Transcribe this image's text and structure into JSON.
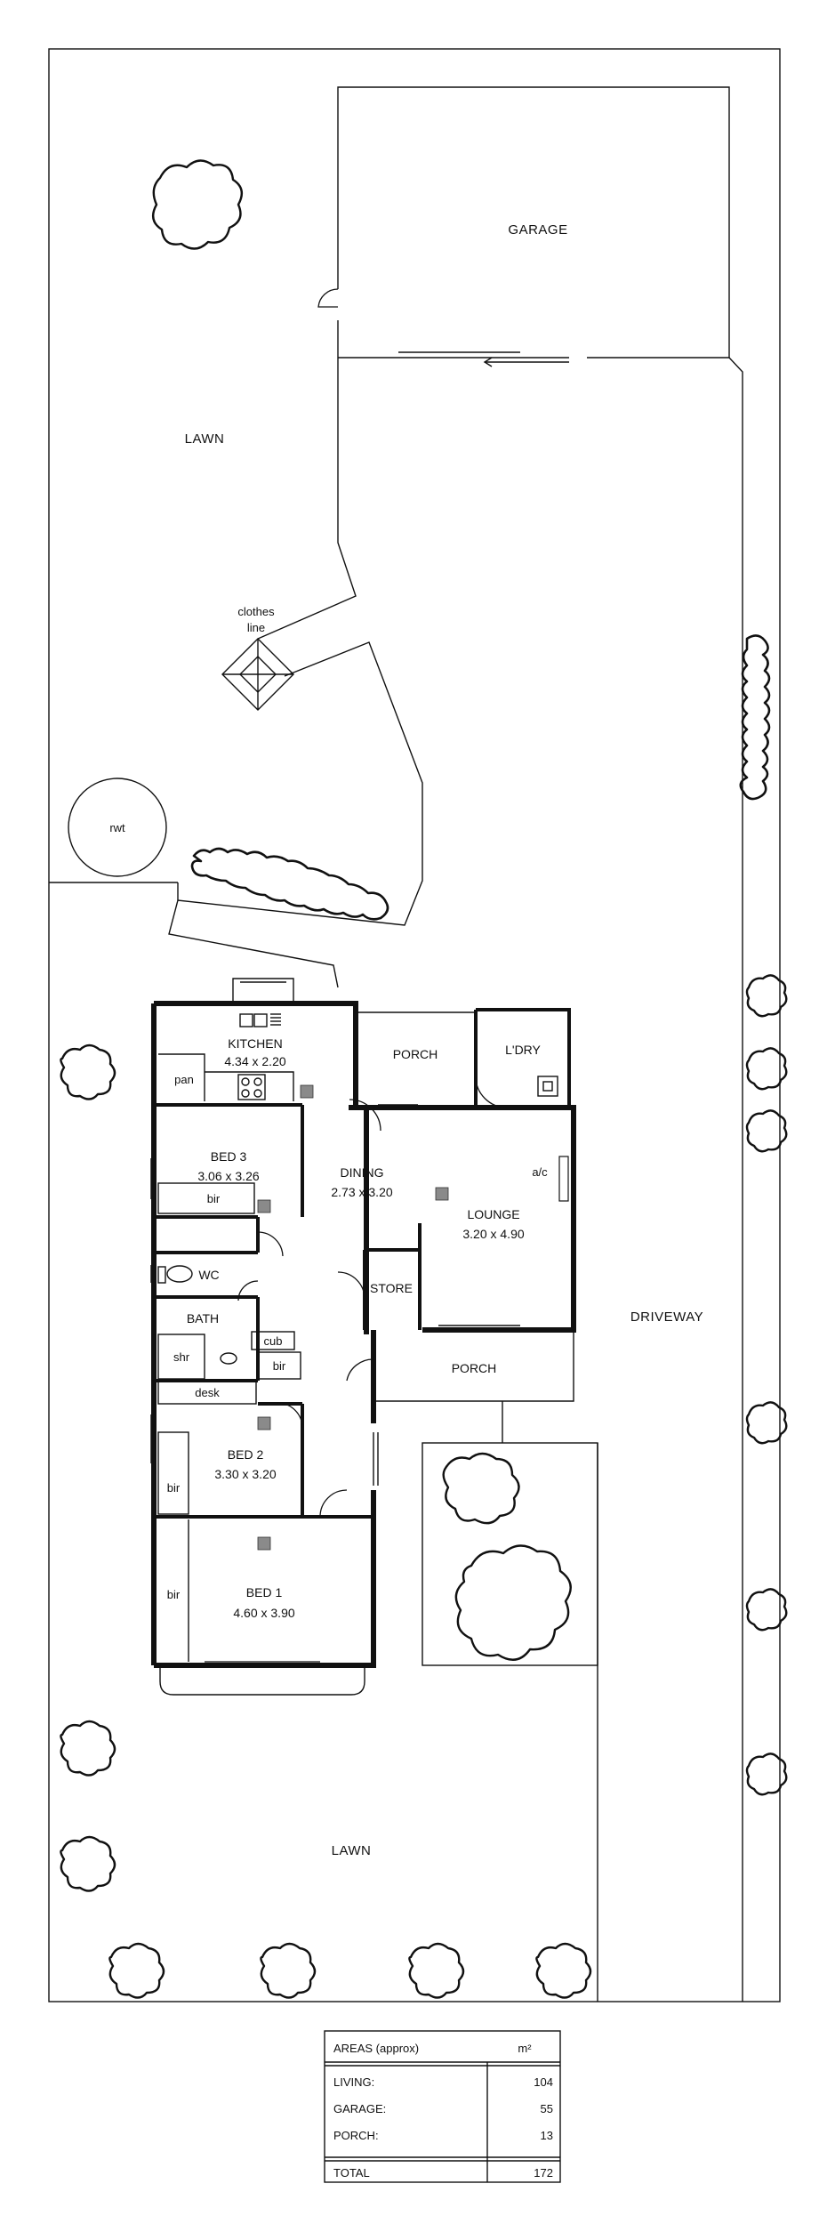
{
  "labels": {
    "garage": "GARAGE",
    "lawn_back": "LAWN",
    "clothes_line_1": "clothes",
    "clothes_line_2": "line",
    "rwt": "rwt",
    "kitchen": "KITCHEN",
    "kitchen_dim": "4.34 x 2.20",
    "pan": "pan",
    "porch_rear": "PORCH",
    "laundry": "L'DRY",
    "bed3": "BED 3",
    "bed3_dim": "3.06 x 3.26",
    "dining": "DINING",
    "dining_dim": "2.73 x 3.20",
    "ac": "a/c",
    "lounge": "LOUNGE",
    "lounge_dim": "3.20 x 4.90",
    "bir_bed3": "bir",
    "wc": "WC",
    "store": "STORE",
    "bath": "BATH",
    "cub": "cub",
    "shr": "shr",
    "bir_hall": "bir",
    "desk": "desk",
    "porch_front": "PORCH",
    "driveway": "DRIVEWAY",
    "bed2": "BED 2",
    "bed2_dim": "3.30 x 3.20",
    "bir_bed2": "bir",
    "bed1": "BED 1",
    "bed1_dim": "4.60 x 3.90",
    "bir_bed1": "bir",
    "lawn_front": "LAWN"
  },
  "areas_table": {
    "title": "AREAS (approx)",
    "unit": "m²",
    "rows": [
      {
        "label": "LIVING:",
        "value": "104"
      },
      {
        "label": "GARAGE:",
        "value": "55"
      },
      {
        "label": "PORCH:",
        "value": "13"
      }
    ],
    "total": {
      "label": "TOTAL",
      "value": "172"
    }
  }
}
